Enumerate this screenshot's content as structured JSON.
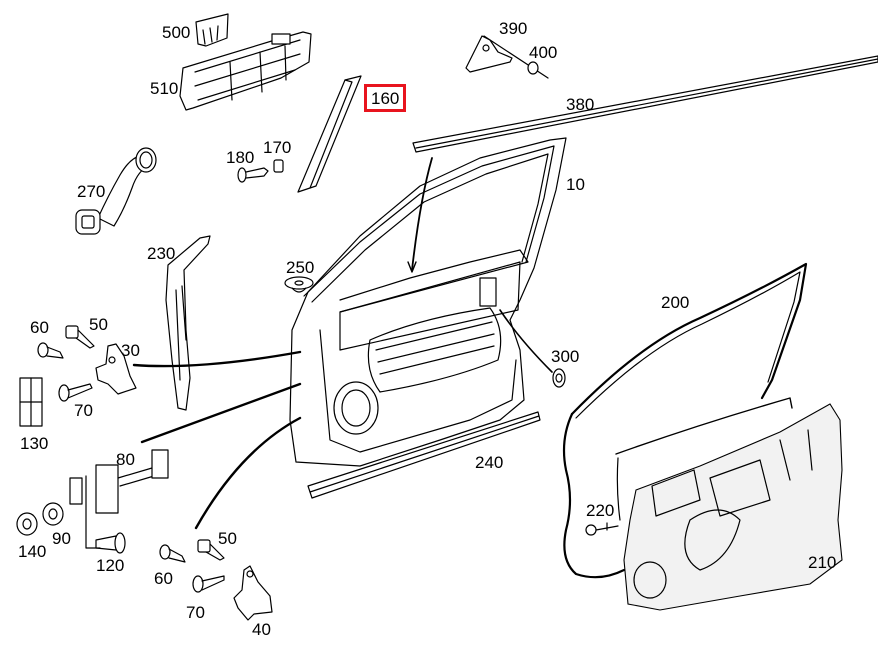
{
  "diagram": {
    "title": "Front door shell and components exploded view",
    "highlighted_part": "160",
    "highlight_color": "#e8141e",
    "labels": {
      "p500": "500",
      "p510": "510",
      "p160": "160",
      "p390": "390",
      "p400": "400",
      "p380": "380",
      "p180": "180",
      "p170": "170",
      "p270": "270",
      "p10": "10",
      "p230": "230",
      "p250": "250",
      "p200": "200",
      "p60a": "60",
      "p50a": "50",
      "p30": "30",
      "p300": "300",
      "p70a": "70",
      "p130": "130",
      "p80": "80",
      "p240": "240",
      "p220": "220",
      "p140": "140",
      "p90": "90",
      "p120": "120",
      "p50b": "50",
      "p60b": "60",
      "p70b": "70",
      "p40": "40",
      "p210": "210"
    }
  }
}
